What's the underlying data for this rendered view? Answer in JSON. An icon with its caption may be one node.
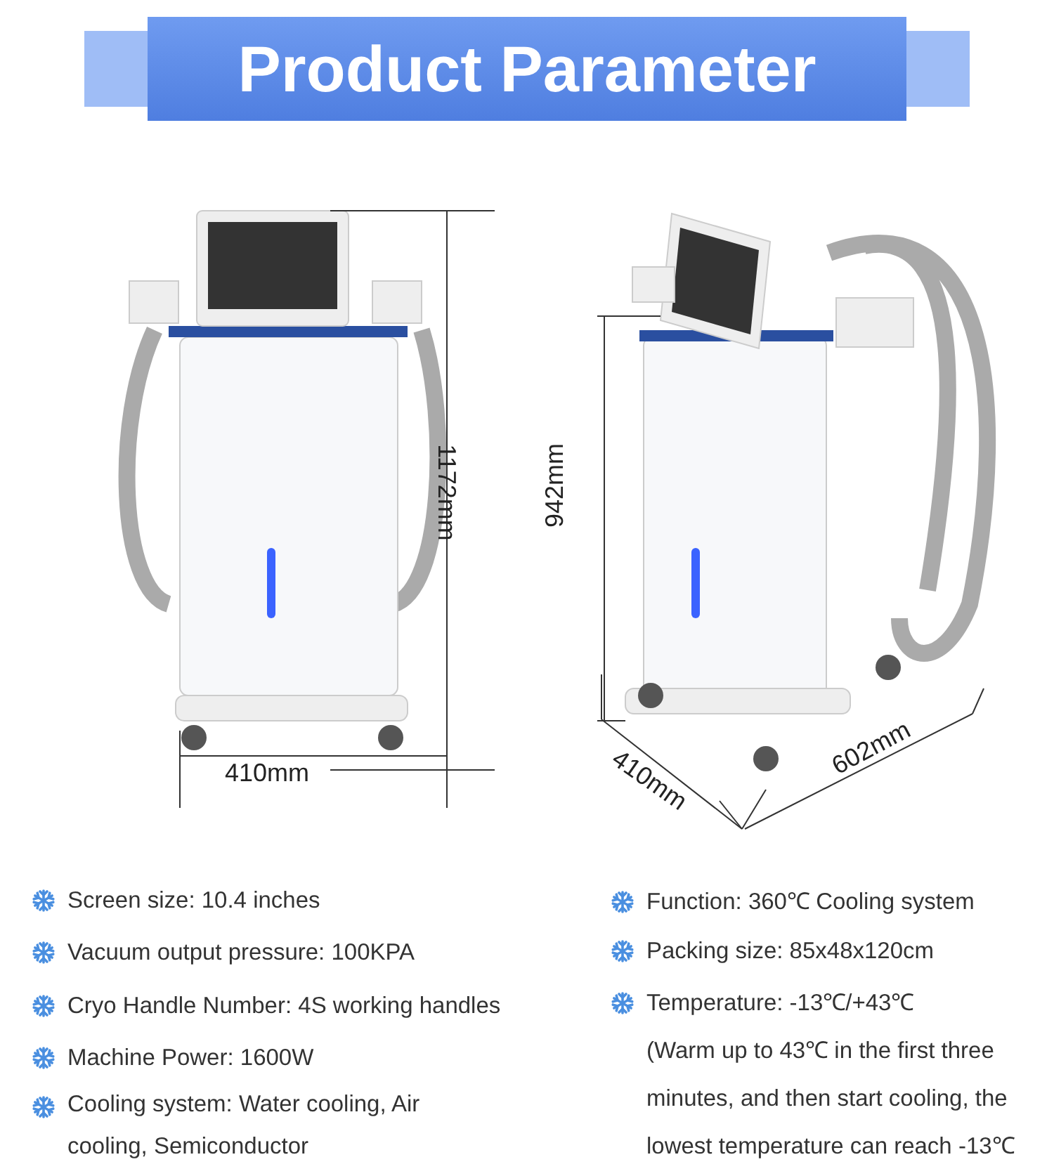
{
  "diagram": {
    "title": "Product Parameter",
    "labels": [
      "1172mm",
      "410mm",
      "942mm",
      "410mm",
      "602mm",
      "Screen size: 10.4 inches",
      "Vacuum output pressure: 100KPA",
      "Cryo Handle Number: 4S working handles",
      "Machine Power: 1600W",
      "Cooling system: Water cooling, Air cooling, Semiconductor",
      "Function: 360℃ Cooling system",
      "Packing size: 85x48x120cm",
      "Temperature: -13℃/+43℃",
      "(Warm up to 43℃ in the first three minutes, and then start cooling, the lowest temperature can reach -13℃"
    ]
  }
}
